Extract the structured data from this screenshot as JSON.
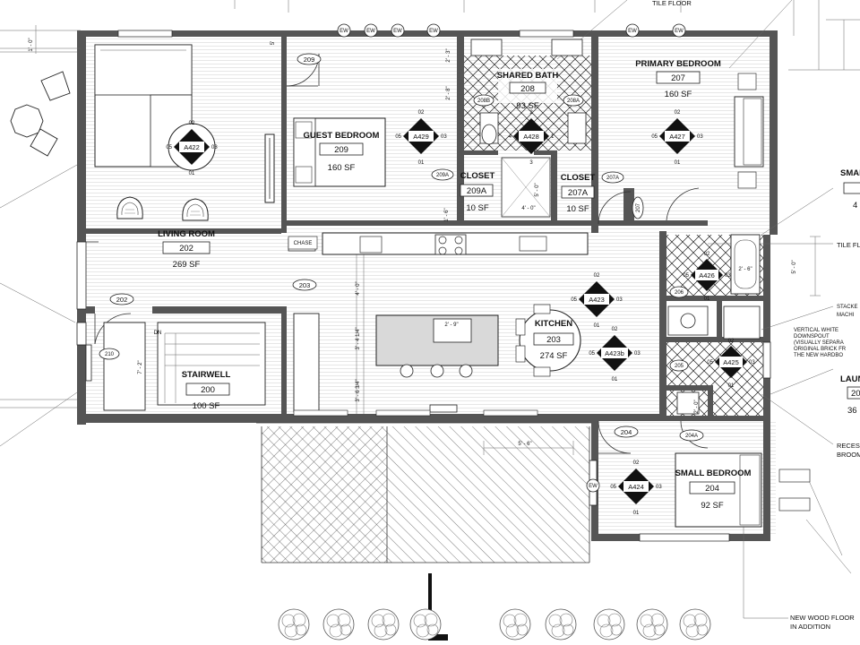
{
  "rooms": [
    {
      "key": "living",
      "name": "LIVING ROOM",
      "number": "202",
      "area": "269 SF"
    },
    {
      "key": "guest",
      "name": "GUEST BEDROOM",
      "number": "209",
      "area": "160 SF"
    },
    {
      "key": "bath",
      "name": "SHARED BATH",
      "number": "208",
      "area": "93 SF"
    },
    {
      "key": "primary",
      "name": "PRIMARY BEDROOM",
      "number": "207",
      "area": "160 SF"
    },
    {
      "key": "closet209",
      "name": "CLOSET",
      "number": "209A",
      "area": "10 SF"
    },
    {
      "key": "closet207",
      "name": "CLOSET",
      "number": "207A",
      "area": "10 SF"
    },
    {
      "key": "kitchen",
      "name": "KITCHEN",
      "number": "203",
      "area": "274 SF"
    },
    {
      "key": "stair",
      "name": "STAIRWELL",
      "number": "200",
      "area": "100 SF"
    },
    {
      "key": "smallbed",
      "name": "SMALL BEDROOM",
      "number": "204",
      "area": "92 SF"
    }
  ],
  "door_tags": [
    "209",
    "202",
    "203",
    "204",
    "204A",
    "209A",
    "207A",
    "210",
    "208B",
    "208A",
    "206",
    "205",
    "207"
  ],
  "elevation_tags": [
    {
      "center": "A422",
      "top": "02",
      "bottom": "01",
      "left": "05",
      "right": "03"
    },
    {
      "center": "A429",
      "top": "02",
      "bottom": "01",
      "left": "05",
      "right": "03"
    },
    {
      "center": "A428",
      "top": "2",
      "bottom": "3",
      "left": "4",
      "right": "1"
    },
    {
      "center": "A427",
      "top": "02",
      "bottom": "01",
      "left": "05",
      "right": "03"
    },
    {
      "center": "A423",
      "top": "02",
      "bottom": "01",
      "left": "05",
      "right": "03"
    },
    {
      "center": "A423b",
      "top": "02",
      "bottom": "01",
      "left": "05",
      "right": "03"
    },
    {
      "center": "A424",
      "top": "02",
      "bottom": "01",
      "left": "05",
      "right": "03"
    },
    {
      "center": "A426",
      "top": "02",
      "bottom": "01",
      "left": "05",
      "right": "03"
    },
    {
      "center": "A425",
      "top": "02",
      "bottom": "01",
      "left": "05",
      "right": "03"
    }
  ],
  "dimensions": [
    "1' - 0\"",
    "5'",
    "2' - 3\"",
    "2' - 8\"",
    "5' - 0\"",
    "4' - 0\"",
    "1' - 6\"",
    "4' - 0\"",
    "3' - 4 1/4\"",
    "3' - 6 3/4\"",
    "2' - 9\"",
    "7' - 2\"",
    "5' - 6\"",
    "2' - 0\"",
    "2' - 6\"",
    "5' - 0\""
  ],
  "labels": {
    "tile_floor_top": "TILE FLOOR",
    "tile_floor_right": "TILE FL",
    "chase": "CHASE",
    "dn": "DN",
    "ew": "EW",
    "stacked": "STACKE",
    "machine": "MACHI",
    "downspout_1": "VERTICAL WHITE",
    "downspout_2": "DOWNSPOUT",
    "downspout_3": "(VISUALLY SEPARA",
    "downspout_4": "ORIGINAL BRICK FR",
    "downspout_5": "THE NEW HARDBO",
    "recess_1": "RECESS",
    "recess_2": "BROOM",
    "new_wood_1": "NEW WOOD FLOOR",
    "new_wood_2": "IN ADDITION",
    "small_cut": "SMAL",
    "small_cut_num": "4",
    "laundry_cut": "LAUN",
    "laundry_num": "20",
    "laundry_area": "36"
  }
}
